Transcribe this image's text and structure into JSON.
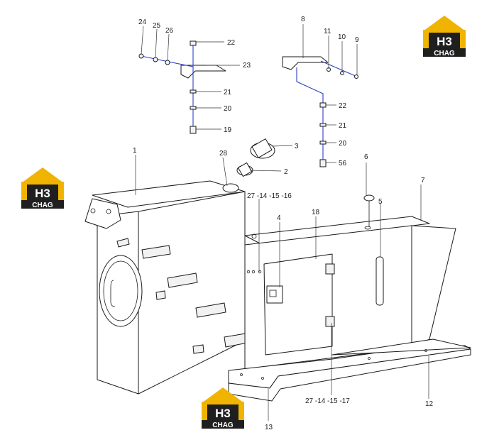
{
  "logo": {
    "mark": "H3",
    "caption": "CHAG",
    "colors": {
      "roof": "#f0b400",
      "box": "#1f1f1f",
      "text": "#ffffff"
    }
  },
  "callouts": {
    "c1": "1",
    "c2": "2",
    "c3": "3",
    "c4": "4",
    "c5": "5",
    "c6": "6",
    "c7": "7",
    "c8": "8",
    "c9": "9",
    "c10": "10",
    "c11": "11",
    "c12": "12",
    "c13": "13",
    "c18": "18",
    "c19": "19",
    "c20a": "20",
    "c20b": "20",
    "c21a": "21",
    "c21b": "21",
    "c22a": "22",
    "c22b": "22",
    "c23": "23",
    "c24": "24",
    "c25": "25",
    "c26": "26",
    "c28": "28",
    "c56": "56",
    "c27_top": "27 -14 -15 -16",
    "c27_bottom": "27 -14 -15 -17"
  },
  "colors": {
    "line": "#1a1a1a",
    "pipe": "#2b3fc8",
    "background": "#ffffff"
  }
}
